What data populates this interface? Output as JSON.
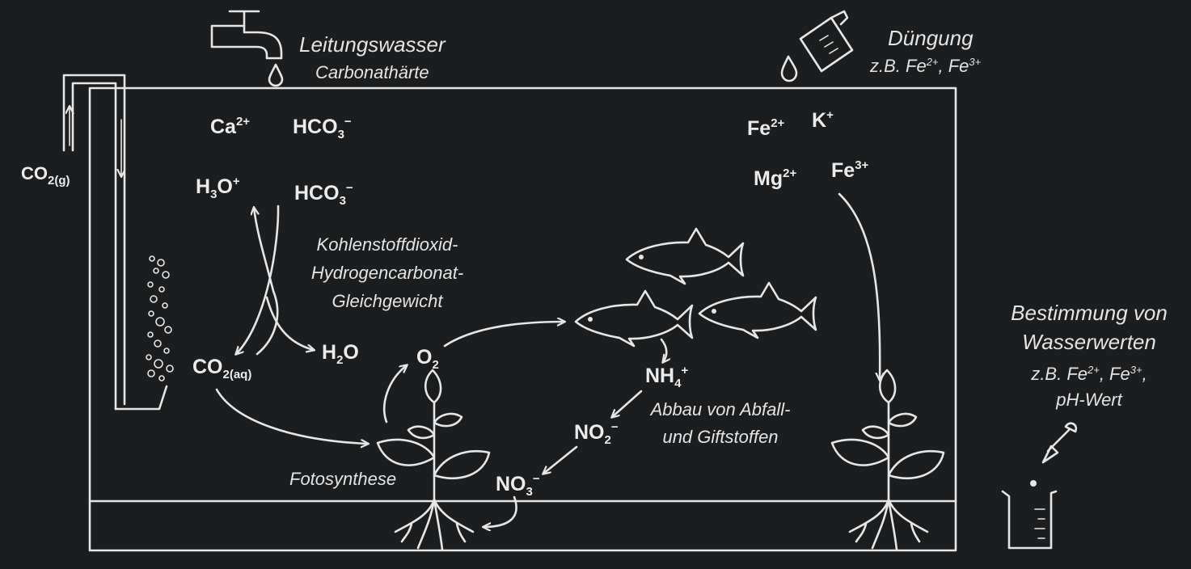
{
  "tap": {
    "title": "Leitungswasser",
    "subtitle": "Carbonathärte"
  },
  "fertilizer": {
    "title": "Düngung",
    "note_prefix": "z.B. Fe",
    "note_c1": "2+",
    "note_mid": ", Fe",
    "note_c2": "3+"
  },
  "testing": {
    "line1": "Bestimmung von",
    "line2": "Wasserwerten",
    "line3_prefix": "z.B. Fe",
    "line3_c1": "2+",
    "line3_mid": ", Fe",
    "line3_c2": "3+",
    "line3_end": ",",
    "line4": "pH-Wert"
  },
  "co2_gas": {
    "base": "CO",
    "sub": "2(g)"
  },
  "ions": {
    "ca": {
      "base": "Ca",
      "sup": "2+"
    },
    "hco3_top": {
      "base": "HCO",
      "sub": "3",
      "sup": "−"
    },
    "h3o": {
      "b1": "H",
      "sub": "3",
      "b2": "O",
      "sup": "+"
    },
    "hco3_mid": {
      "base": "HCO",
      "sub": "3",
      "sup": "−"
    },
    "co2_aq": {
      "base": "CO",
      "sub": "2(aq)"
    },
    "h2o": {
      "b1": "H",
      "sub": "2",
      "b2": "O"
    },
    "o2": {
      "base": "O",
      "sub": "2"
    },
    "fe2": {
      "base": "Fe",
      "sup": "2+"
    },
    "k": {
      "base": "K",
      "sup": "+"
    },
    "mg": {
      "base": "Mg",
      "sup": "2+"
    },
    "fe3": {
      "base": "Fe",
      "sup": "3+"
    },
    "nh4": {
      "base": "NH",
      "sub": "4",
      "sup": "+"
    },
    "no2": {
      "base": "NO",
      "sub": "2",
      "sup": "−"
    },
    "no3": {
      "base": "NO",
      "sub": "3",
      "sup": "−"
    }
  },
  "equilibrium": {
    "line1": "Kohlenstoffdioxid-",
    "line2": "Hydrogencarbonat-",
    "line3": "Gleichgewicht"
  },
  "degradation": {
    "line1": "Abbau von Abfall-",
    "line2": "und Giftstoffen"
  },
  "photosynthesis": "Fotosynthese",
  "icons": {
    "tap": "faucet-icon",
    "fertilizer": "measuring-cup-icon",
    "pipette": "pipette-icon",
    "beaker": "beaker-icon",
    "fish": "fish-icon",
    "plant": "plant-icon",
    "bubbles": "bubbles-icon"
  },
  "colors": {
    "background": "#1c1d1e",
    "foreground": "#e6e6e6"
  }
}
